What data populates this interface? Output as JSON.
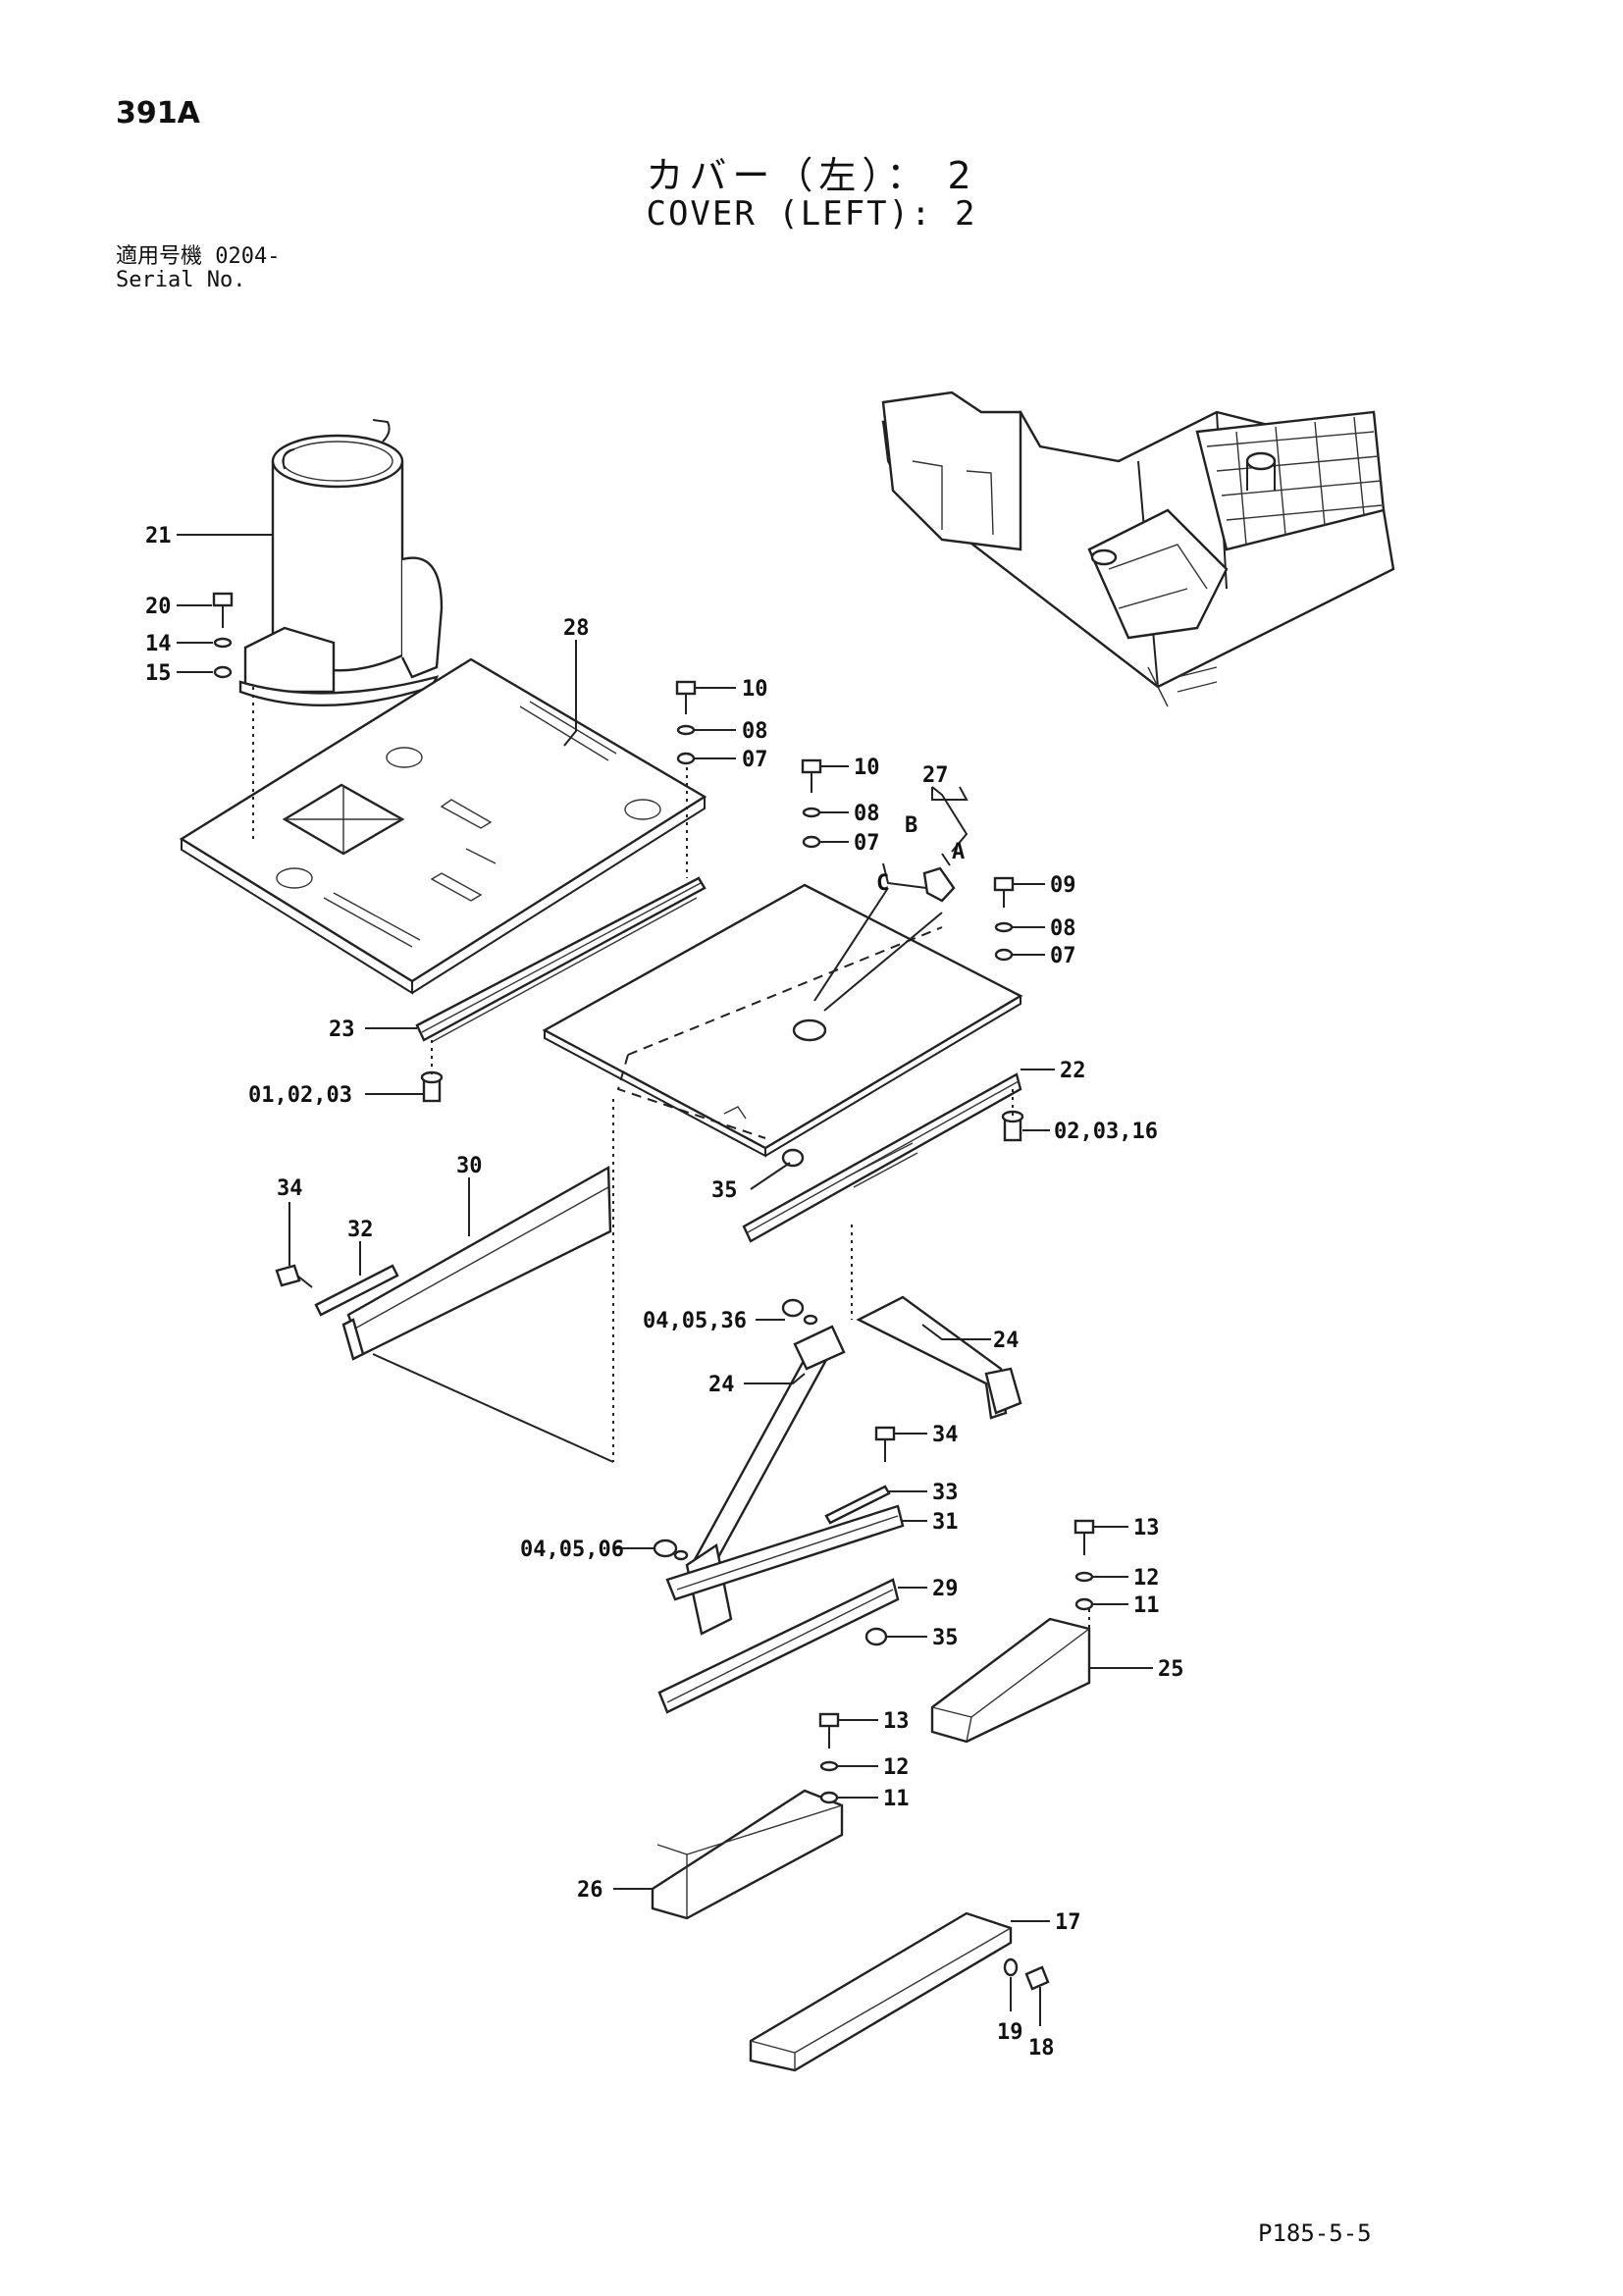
{
  "header": {
    "page_id": "391A",
    "title_jp": "カバー（左）： 2",
    "title_en": "COVER (LEFT): 2",
    "serial_label_jp": "適用号機",
    "serial_value": "0204-",
    "serial_label_en": "Serial No."
  },
  "footer": {
    "page_ref": "P185-5-5"
  },
  "callouts": {
    "c21": "21",
    "c20": "20",
    "c14": "14",
    "c15": "15",
    "c28": "28",
    "c10a": "10",
    "c08a": "08",
    "c07a": "07",
    "c10b": "10",
    "c08b": "08",
    "c07b": "07",
    "c27": "27",
    "cB": "B",
    "cA": "A",
    "cC": "C",
    "c09": "09",
    "c08c": "08",
    "c07c": "07",
    "c23": "23",
    "c010203": "01,02,03",
    "c22": "22",
    "c020316": "02,03,16",
    "c35a": "35",
    "c34a": "34",
    "c32": "32",
    "c30": "30",
    "c040536": "04,05,36",
    "c24a": "24",
    "c24b": "24",
    "c34b": "34",
    "c33": "33",
    "c31": "31",
    "c29": "29",
    "c35b": "35",
    "c040506": "04,05,06",
    "c13a": "13",
    "c12a": "12",
    "c11a": "11",
    "c25": "25",
    "c13b": "13",
    "c12b": "12",
    "c11b": "11",
    "c26": "26",
    "c17": "17",
    "c19": "19",
    "c18": "18"
  }
}
